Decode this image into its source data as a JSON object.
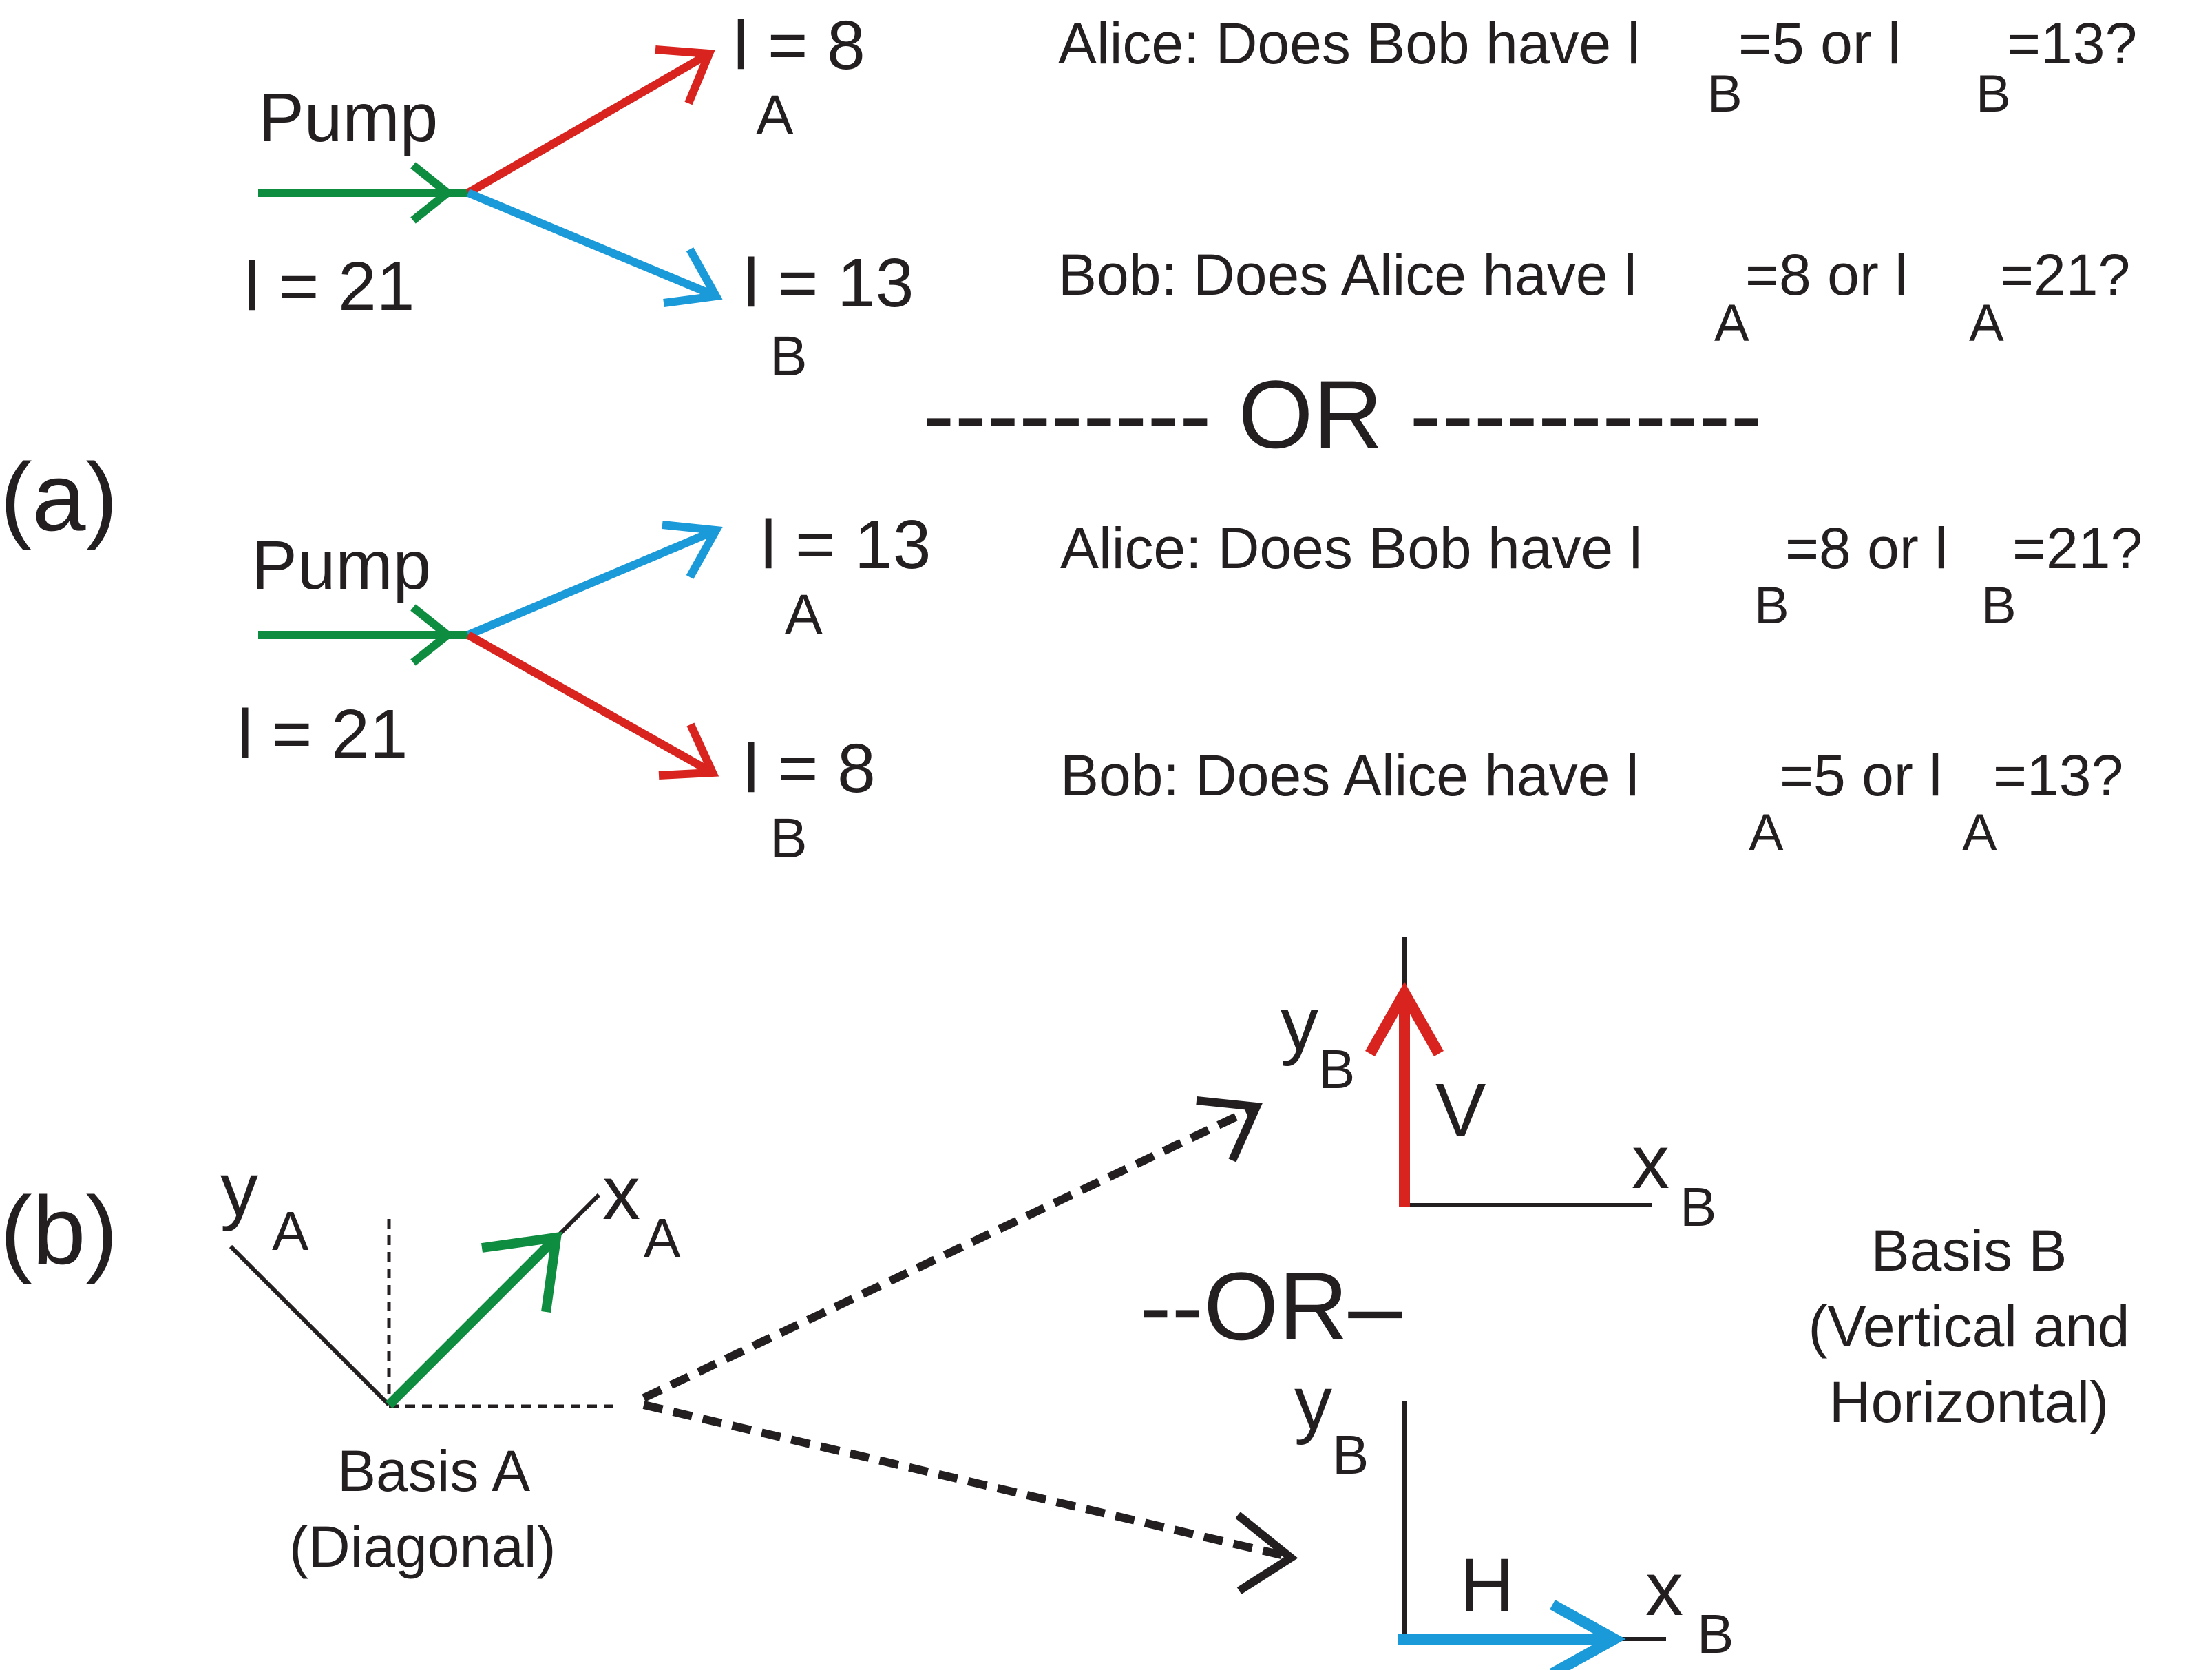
{
  "colors": {
    "pump": "#0e8c3f",
    "red": "#d9231f",
    "blue": "#1a9ad9",
    "ink": "#231f20"
  },
  "panel_a": {
    "label": "(a)",
    "separator": "--------- OR -----------",
    "top": {
      "pump_label": "Pump",
      "pump_l": "l = 21",
      "upper_text": "l = 8",
      "upper_sub": "A",
      "lower_text": "l = 13",
      "lower_sub": "B",
      "alice": {
        "t1": "Alice: Does Bob have l",
        "s1": "B",
        "t2": "=5 or l",
        "s2": "B",
        "t3": "=13?"
      },
      "bob": {
        "t1": "Bob: Does Alice have l",
        "s1": "A",
        "t2": "=8 or l",
        "s2": "A",
        "t3": "=21?"
      }
    },
    "bottom": {
      "pump_label": "Pump",
      "pump_l": "l = 21",
      "upper_text": "l = 13",
      "upper_sub": "A",
      "lower_text": "l = 8",
      "lower_sub": "B",
      "alice": {
        "t1": "Alice: Does Bob have l",
        "s1": "B",
        "t2": "=8 or l",
        "s2": "B",
        "t3": "=21?"
      },
      "bob": {
        "t1": "Bob: Does Alice have l",
        "s1": "A",
        "t2": "=5 or l",
        "s2": "A",
        "t3": "=13?"
      }
    }
  },
  "panel_b": {
    "label": "(b)",
    "basis_a": {
      "y": "y",
      "y_sub": "A",
      "x": "x",
      "x_sub": "A",
      "line1": "Basis A",
      "line2": "(Diagonal)"
    },
    "basis_b_top": {
      "y": "y",
      "y_sub": "B",
      "x": "x",
      "x_sub": "B",
      "vector": "V"
    },
    "separator": "--OR–",
    "basis_b_bottom": {
      "y": "y",
      "y_sub": "B",
      "x": "x",
      "x_sub": "B",
      "vector": "H"
    },
    "basis_b_caption": {
      "line1": "Basis B",
      "line2": "(Vertical and",
      "line3": "Horizontal)"
    }
  }
}
